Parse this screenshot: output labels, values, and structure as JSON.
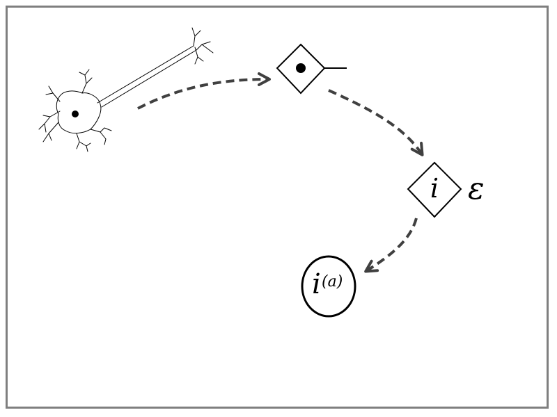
{
  "diagram": {
    "nodes": {
      "sensor_node": {
        "symbol": "•"
      },
      "intermediate_node": {
        "symbol": "i"
      },
      "output_node": {
        "symbol": "i",
        "superscript": "(a)"
      }
    },
    "epsilon_label": "ε",
    "colors": {
      "frame_border": "#7f7f7f",
      "arrow": "#404040",
      "stroke": "#000000"
    },
    "icons": {
      "neuron": "neuron-icon",
      "arrow": "dashed-arrow"
    }
  }
}
